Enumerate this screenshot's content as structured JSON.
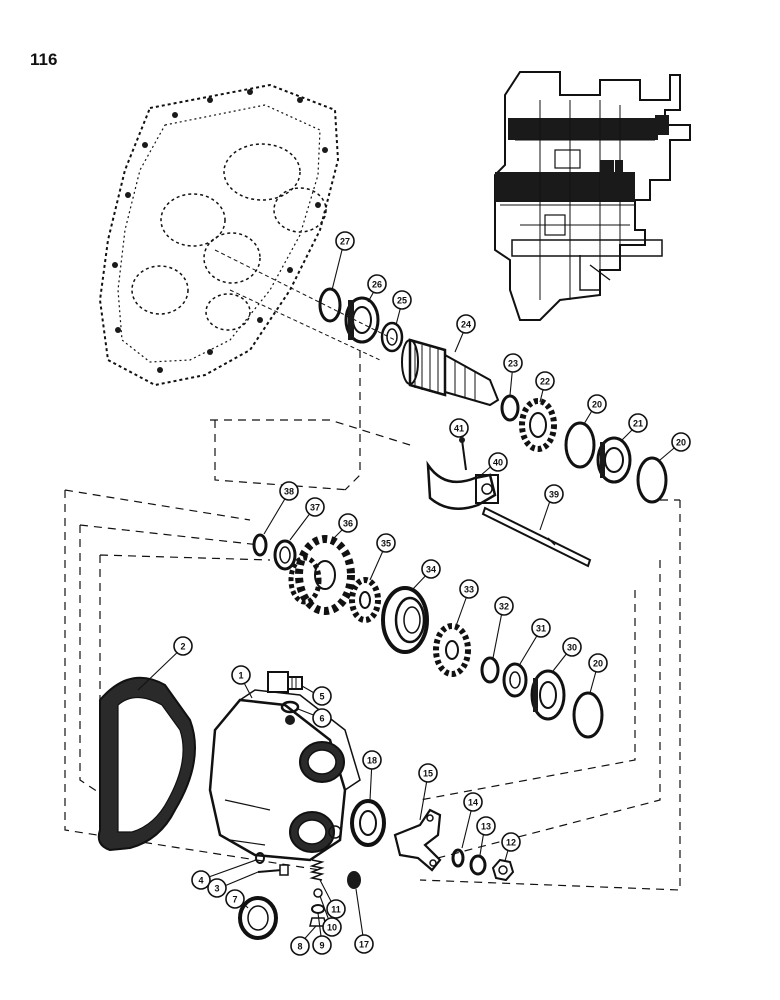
{
  "page": {
    "number": "116"
  },
  "callouts": [
    {
      "id": "c27",
      "label": "27"
    },
    {
      "id": "c26",
      "label": "26"
    },
    {
      "id": "c25",
      "label": "25"
    },
    {
      "id": "c24",
      "label": "24"
    },
    {
      "id": "c23",
      "label": "23"
    },
    {
      "id": "c22",
      "label": "22"
    },
    {
      "id": "c20a",
      "label": "20"
    },
    {
      "id": "c21",
      "label": "21"
    },
    {
      "id": "c20b",
      "label": "20"
    },
    {
      "id": "c41",
      "label": "41"
    },
    {
      "id": "c40",
      "label": "40"
    },
    {
      "id": "c39",
      "label": "39"
    },
    {
      "id": "c38",
      "label": "38"
    },
    {
      "id": "c37",
      "label": "37"
    },
    {
      "id": "c36",
      "label": "36"
    },
    {
      "id": "c35",
      "label": "35"
    },
    {
      "id": "c34",
      "label": "34"
    },
    {
      "id": "c33",
      "label": "33"
    },
    {
      "id": "c32",
      "label": "32"
    },
    {
      "id": "c31",
      "label": "31"
    },
    {
      "id": "c30",
      "label": "30"
    },
    {
      "id": "c20c",
      "label": "20"
    },
    {
      "id": "c2",
      "label": "2"
    },
    {
      "id": "c1",
      "label": "1"
    },
    {
      "id": "c5",
      "label": "5"
    },
    {
      "id": "c6",
      "label": "6"
    },
    {
      "id": "c18",
      "label": "18"
    },
    {
      "id": "c15",
      "label": "15"
    },
    {
      "id": "c14",
      "label": "14"
    },
    {
      "id": "c13",
      "label": "13"
    },
    {
      "id": "c12",
      "label": "12"
    },
    {
      "id": "c4",
      "label": "4"
    },
    {
      "id": "c3",
      "label": "3"
    },
    {
      "id": "c7",
      "label": "7"
    },
    {
      "id": "c11",
      "label": "11"
    },
    {
      "id": "c10",
      "label": "10"
    },
    {
      "id": "c9",
      "label": "9"
    },
    {
      "id": "c8",
      "label": "8"
    },
    {
      "id": "c17",
      "label": "17"
    }
  ]
}
